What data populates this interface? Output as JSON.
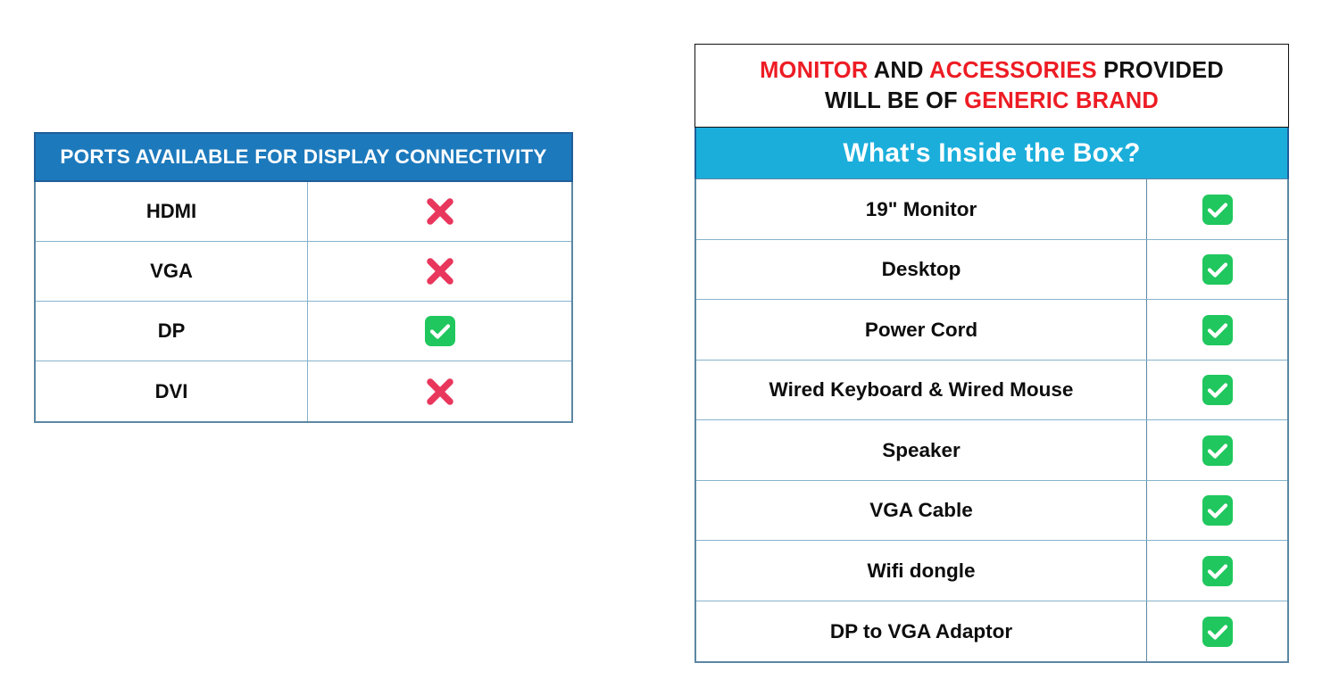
{
  "colors": {
    "header_blue": "#1C79BC",
    "header_cyan": "#1BAEDB",
    "border_blue": "#5C87A3",
    "grid_blue": "#86B3CC",
    "check_green": "#20C75E",
    "cross_red": "#E8365C",
    "notice_red": "#ED1C24",
    "text_black": "#111111"
  },
  "ports_table": {
    "header": "PORTS AVAILABLE FOR DISPLAY CONNECTIVITY",
    "rows": [
      {
        "label": "HDMI",
        "status": "no",
        "status_icon": "cross-icon"
      },
      {
        "label": "VGA",
        "status": "no",
        "status_icon": "cross-icon"
      },
      {
        "label": "DP",
        "status": "yes",
        "status_icon": "check-icon"
      },
      {
        "label": "DVI",
        "status": "no",
        "status_icon": "cross-icon"
      }
    ]
  },
  "notice": {
    "line1": [
      {
        "text": "MONITOR",
        "color": "red"
      },
      {
        "text": " AND ",
        "color": "black"
      },
      {
        "text": "ACCESSORIES",
        "color": "red"
      },
      {
        "text": " PROVIDED",
        "color": "black"
      }
    ],
    "line2": [
      {
        "text": "WILL BE OF ",
        "color": "black"
      },
      {
        "text": "GENERIC BRAND",
        "color": "red"
      }
    ],
    "line1_plain": "MONITOR AND ACCESSORIES PROVIDED",
    "line2_plain": "WILL BE OF GENERIC BRAND"
  },
  "box_table": {
    "header": "What's Inside the Box?",
    "rows": [
      {
        "label": "19\" Monitor",
        "status": "yes",
        "status_icon": "check-icon"
      },
      {
        "label": "Desktop",
        "status": "yes",
        "status_icon": "check-icon"
      },
      {
        "label": "Power Cord",
        "status": "yes",
        "status_icon": "check-icon"
      },
      {
        "label": "Wired Keyboard & Wired Mouse",
        "status": "yes",
        "status_icon": "check-icon"
      },
      {
        "label": "Speaker",
        "status": "yes",
        "status_icon": "check-icon"
      },
      {
        "label": "VGA Cable",
        "status": "yes",
        "status_icon": "check-icon"
      },
      {
        "label": "Wifi dongle",
        "status": "yes",
        "status_icon": "check-icon"
      },
      {
        "label": "DP to VGA Adaptor",
        "status": "yes",
        "status_icon": "check-icon"
      }
    ]
  }
}
